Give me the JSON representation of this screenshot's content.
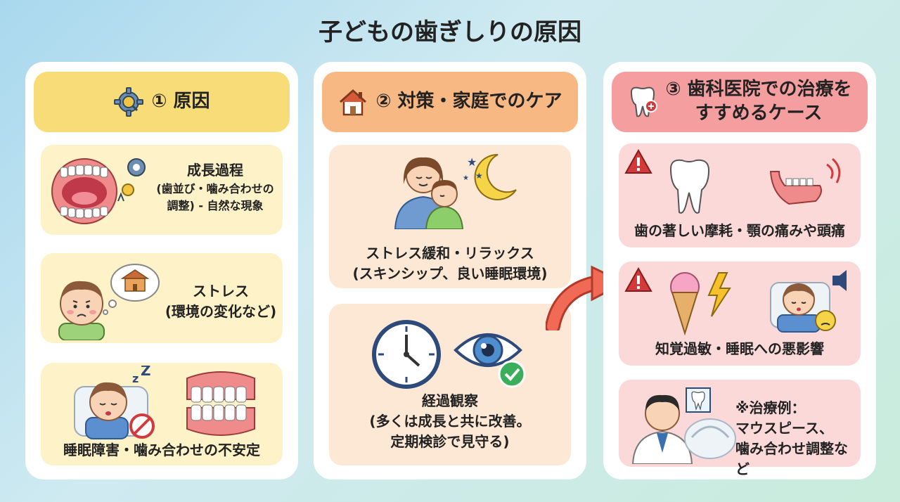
{
  "title": "子どもの歯ぎしりの原因",
  "col1": {
    "heading": "① 原因",
    "heading_icon": "gear-search-icon",
    "cards": [
      {
        "line1": "成長過程",
        "line2": "(歯並び・噛み合わせの",
        "line3": "調整) - 自然な現象",
        "icon": "teeth-gear-icon"
      },
      {
        "line1": "ストレス",
        "line2": "(環境の変化など)",
        "icon": "worried-child-school-icon"
      },
      {
        "line1": "睡眠障害・噛み合わせの不安定",
        "icon": "sleeping-child-teeth-icon"
      }
    ]
  },
  "col2": {
    "heading": "② 対策・家庭でのケア",
    "heading_icon": "house-icon",
    "cards": [
      {
        "line1": "ストレス緩和・リラックス",
        "line2": "(スキンシップ、良い睡眠環境)",
        "icon": "mother-hug-moon-icon"
      },
      {
        "line1": "経過観察",
        "line2": "(多くは成長と共に改善。",
        "line3": "定期検診で見守る)",
        "icon": "clock-eye-check-icon"
      }
    ]
  },
  "col3": {
    "heading_line1": "③ 歯科医院での治療を",
    "heading_line2": "すすめるケース",
    "heading_icon": "tooth-icon",
    "cards": [
      {
        "line1": "歯の著しい摩耗・顎の痛みや頭痛",
        "icon": "worn-tooth-jaw-icon"
      },
      {
        "line1": "知覚過敏・睡眠への悪影響",
        "icon": "icecream-sleep-icon"
      },
      {
        "line1": "※治療例：",
        "line2": "マウスピース、",
        "line3": "噛み合わせ調整など",
        "icon": "dentist-mouthpiece-icon"
      }
    ]
  },
  "colors": {
    "yellow": "#f7dc77",
    "orange": "#f8b883",
    "red": "#f59e9f",
    "arrow": "#f06a55"
  }
}
